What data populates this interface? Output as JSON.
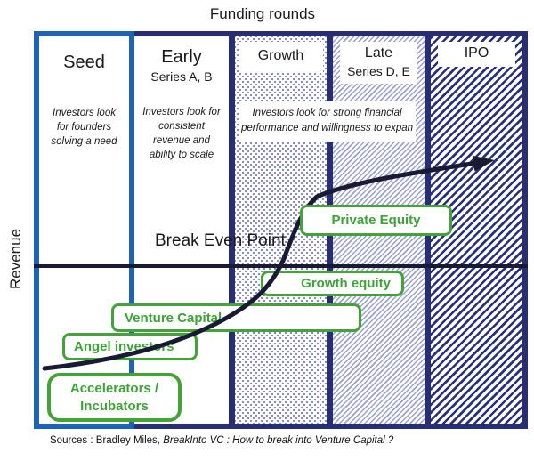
{
  "title": "Funding rounds",
  "y_axis_label": "Revenue",
  "columns": [
    {
      "label": "Seed",
      "sub": "",
      "desc": "Investors look for founders solving a need"
    },
    {
      "label": "Early",
      "sub": "Series A, B",
      "desc": "Investors look for consistent revenue and ability to scale"
    },
    {
      "label": "Growth",
      "sub": ""
    },
    {
      "label": "Late",
      "sub": "Series D, E"
    },
    {
      "label": "IPO",
      "sub": ""
    }
  ],
  "shared_desc": "Investors look for strong financial performance and willingness to expan",
  "break_even_label": "Break Even Point",
  "stages": {
    "accelerators": "Accelerators /\nIncubators",
    "angel": "Angel investors",
    "venture": "Venture Capital",
    "growth_equity": "Growth equity",
    "private_equity": "Private Equity"
  },
  "sources": {
    "prefix": "Sources : Bradley Miles, ",
    "italic_part": "BreakInto VC : How to break into Venture Capital ?"
  },
  "colors": {
    "stage_green": "#44a338",
    "navy": "#272e74",
    "seed_blue": "#1e63b5",
    "curve_line": "#181b33"
  }
}
